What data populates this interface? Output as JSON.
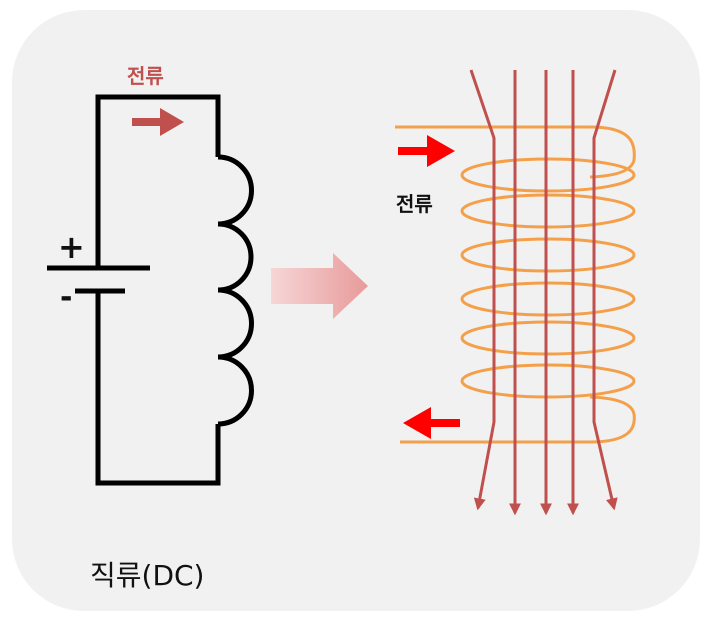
{
  "labels": {
    "left_current": "전류",
    "right_current": "전류",
    "plus": "+",
    "minus": "-",
    "caption": "직류(DC)"
  },
  "colors": {
    "background": "#f1f1f1",
    "wire": "#000000",
    "coil": "#f4a04a",
    "field_lines": "#c0504d",
    "current_arrow": "#ff0000",
    "left_current_arrow": "#c0504d",
    "transition_arrow": "#e8a2a2"
  }
}
